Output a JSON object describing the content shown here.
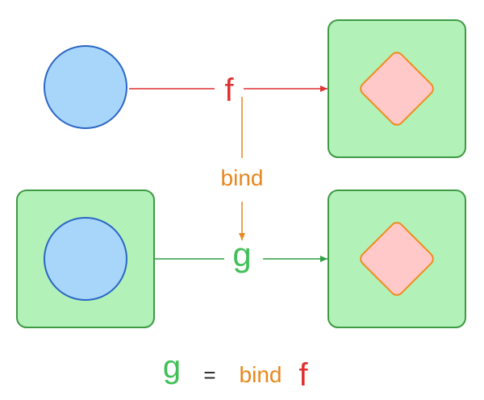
{
  "colors": {
    "circle_fill": "#a8d6fb",
    "circle_stroke": "#2a66c4",
    "box_fill": "#b2f1b8",
    "box_stroke": "#3e9a43",
    "diamond_fill": "#ffc9c9",
    "diamond_stroke": "#f08b1b",
    "f_color": "#e03131",
    "g_color": "#40c057",
    "bind_color": "#e8871e",
    "eq_color": "#222222"
  },
  "labels": {
    "f": "f",
    "g": "g",
    "bind": "bind"
  },
  "equation": {
    "lhs": "g",
    "eq": "=",
    "op": "bind",
    "rhs": "f"
  }
}
